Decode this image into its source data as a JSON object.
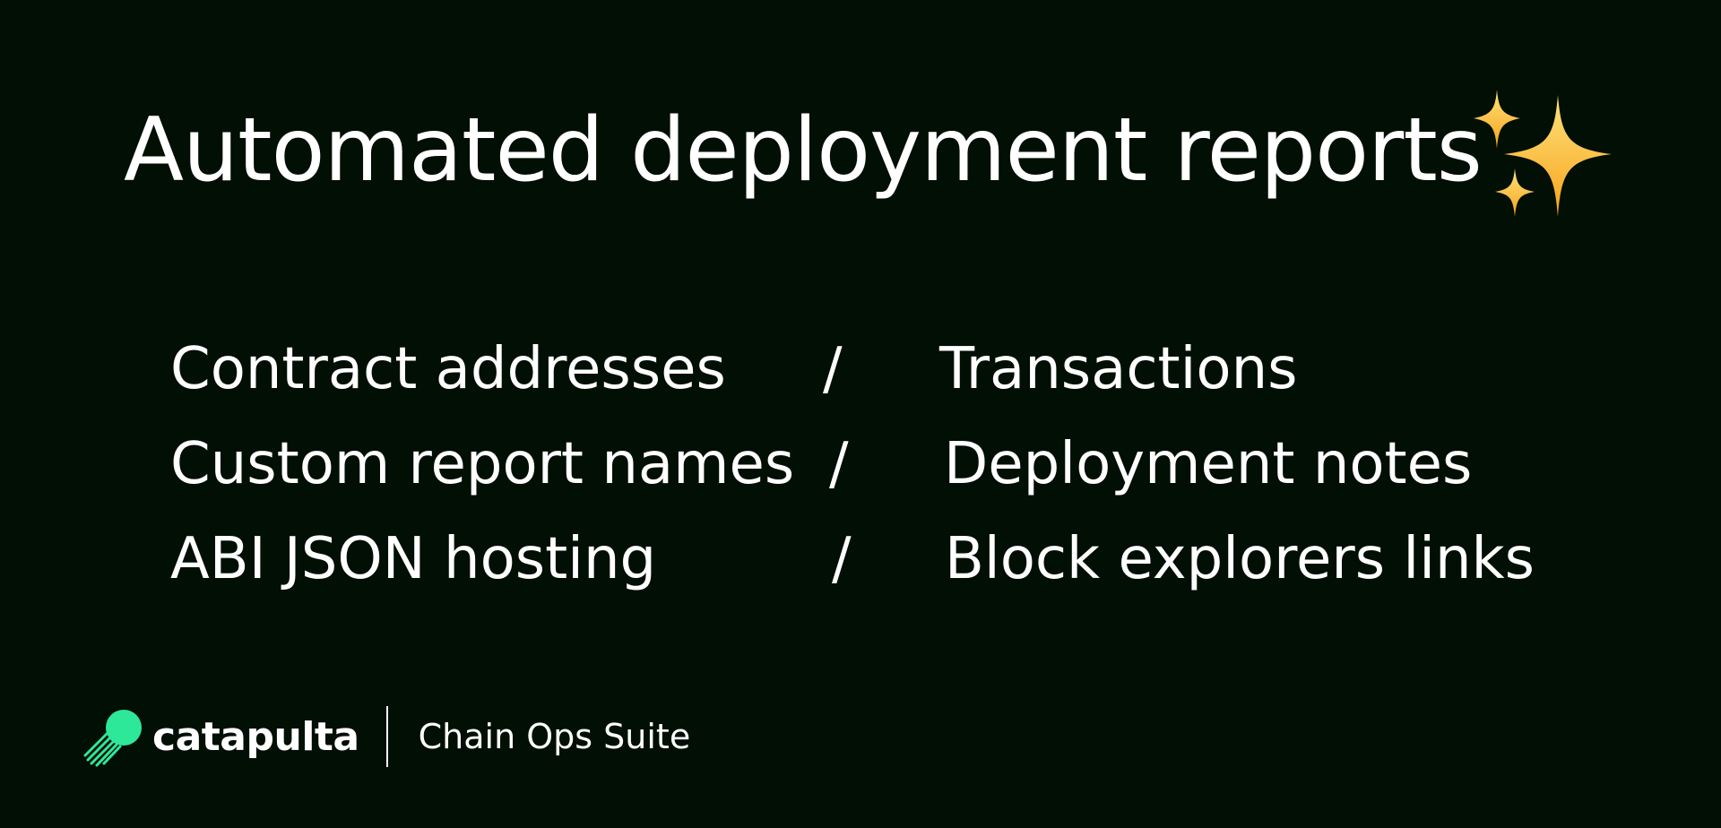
{
  "title": "Automated deployment reports",
  "title_icon": "sparkles-icon",
  "features": [
    {
      "left": "Contract addresses",
      "separator": "/",
      "right": "Transactions"
    },
    {
      "left": "Custom report names",
      "separator": "/",
      "right": "Deployment notes"
    },
    {
      "left": "ABI JSON hosting",
      "separator": "/",
      "right": "Block explorers links"
    }
  ],
  "footer": {
    "brand": "catapulta",
    "logo_icon": "catapulta-logo-icon",
    "product": "Chain Ops Suite"
  },
  "colors": {
    "background": "#010f04",
    "text": "#ffffff",
    "brand_green": "#2ee89a",
    "sparkle_gold": "#ffc93a"
  }
}
